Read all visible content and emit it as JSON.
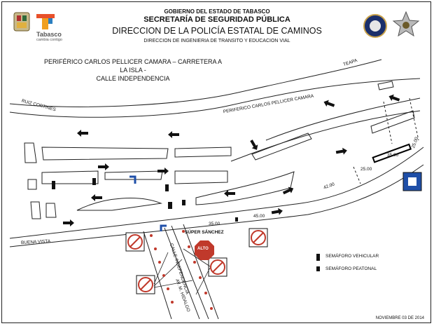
{
  "header": {
    "gov": "GOBIERNO DEL ESTADO DE TABASCO",
    "secretaria": "SECRETARÍA DE SEGURIDAD PÚBLICA",
    "direccion": "DIRECCION DE LA POLICÍA ESTATAL DE CAMINOS",
    "subdireccion": "DIRECCION DE INGENIERIA DE TRANSITO Y EDUCACION VIAL"
  },
  "logos": {
    "tabasco": "Tabasco",
    "tabasco_tagline": "cambia contigo"
  },
  "title_lines": [
    "PERIFÉRICO CARLOS PELLICER CAMARA – CARRETERA A LA ISLA -",
    "CALLE INDEPENDENCIA"
  ],
  "streets": {
    "teapa": "TEAPA",
    "ruiz_cortines": "RUIZ CORTINES",
    "periferico": "PERIFERICO CARLOS PELLICER CAMARA",
    "buena_vista": "BUENA VISTA",
    "independencia": "CALLE INDEPENDENCIA",
    "hidalgo": "AV. M. HIDALGO"
  },
  "places": {
    "super_sanchez": "SÚPER SÁNCHEZ",
    "alto": "ALTO"
  },
  "measurements": {
    "m35_top": "35.00",
    "m25_right": "25.00",
    "m25_left": "25.00",
    "m42": "42.00",
    "m45": "45.00",
    "m35_bottom": "35.00"
  },
  "legend": {
    "vehicular": "SEMÁFORO VEHICULAR",
    "peatonal": "SEMÁFORO PEATONAL"
  },
  "date": "NOVIEMBRE 03 DE 2014",
  "colors": {
    "no_turn_sign": "#c0392b",
    "info_sign": "#1f4fa8",
    "road_line": "#222222"
  }
}
